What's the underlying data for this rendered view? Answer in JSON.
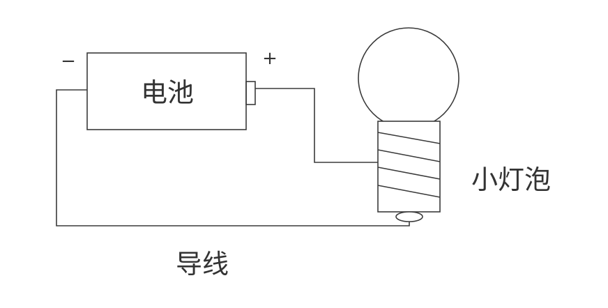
{
  "labels": {
    "battery": "电池",
    "negative": "−",
    "positive": "+",
    "bulb": "小灯泡",
    "wire": "导线"
  },
  "colors": {
    "line": "#3a3a3a",
    "text": "#333333",
    "background": "#ffffff"
  }
}
